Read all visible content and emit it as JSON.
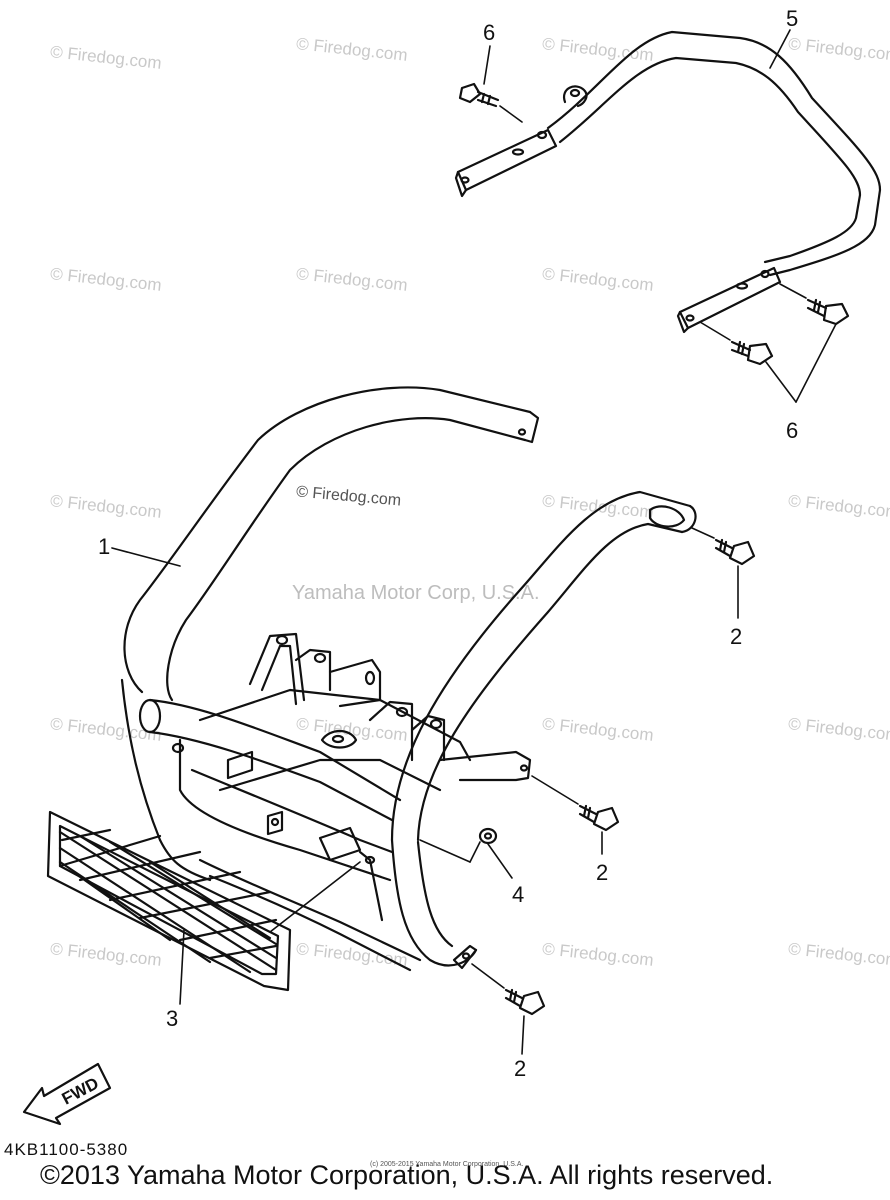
{
  "watermarks": {
    "repeat_text": "© Firedog.com",
    "center_text": "© Firedog.com",
    "main_text": "Yamaha Motor Corp, U.S.A."
  },
  "callouts": [
    {
      "id": "c6top",
      "text": "6"
    },
    {
      "id": "c5",
      "text": "5"
    },
    {
      "id": "c6bot",
      "text": "6"
    },
    {
      "id": "c1",
      "text": "1"
    },
    {
      "id": "c2a",
      "text": "2"
    },
    {
      "id": "c2b",
      "text": "2"
    },
    {
      "id": "c4",
      "text": "4"
    },
    {
      "id": "c3",
      "text": "3"
    },
    {
      "id": "c2c",
      "text": "2"
    }
  ],
  "fwd_label": "FWD",
  "part_code": "4KB1100-5380",
  "small_copyright": "(c) 2005-2015 Yamaha Motor Corporation, U.S.A.",
  "footer": "©2013 Yamaha Motor Corporation, U.S.A. All rights reserved."
}
